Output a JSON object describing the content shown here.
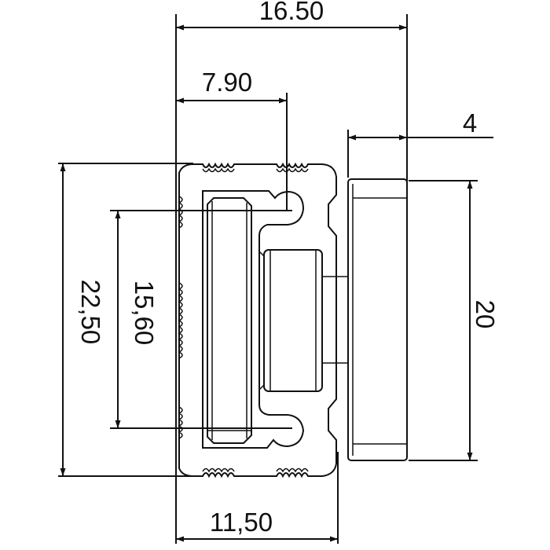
{
  "drawing": {
    "colors": {
      "line": "#111111",
      "background": "#ffffff"
    },
    "dimensions": {
      "overall_width": "16.50",
      "slot_offset": "7.90",
      "flange_thickness": "4",
      "overall_height": "22,50",
      "slot_spacing": "15,60",
      "flange_height": "20",
      "body_width": "11,50"
    }
  }
}
